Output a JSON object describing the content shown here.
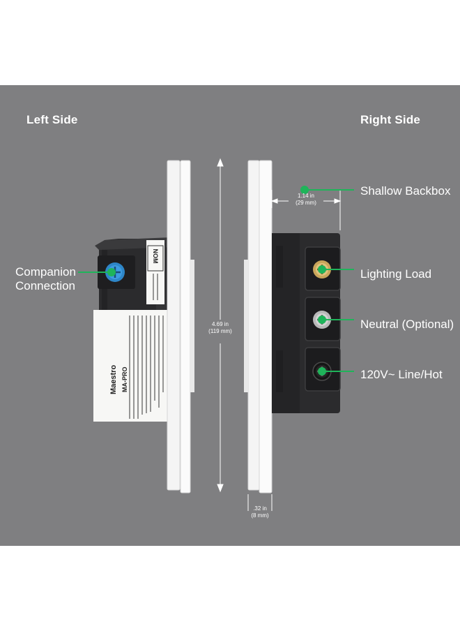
{
  "titles": {
    "left": "Left Side",
    "right": "Right Side"
  },
  "callouts": {
    "companion_line1": "Companion",
    "companion_line2": "Connection",
    "shallow_backbox": "Shallow Backbox",
    "lighting_load": "Lighting Load",
    "neutral": "Neutral (Optional)",
    "line_hot": "120V~ Line/Hot"
  },
  "dimensions": {
    "height_in": "4.69 in",
    "height_mm": "(119 mm)",
    "depth_in": "1.14 in",
    "depth_mm": "(29 mm)",
    "thickness_in": ".32 in",
    "thickness_mm": "(8 mm)"
  },
  "device_label": {
    "brand": "Maestro",
    "model": "MA-PRO",
    "cert": "NOM"
  },
  "colors": {
    "background": "#7f7f81",
    "accent_green": "#1fb45a",
    "plate_white": "#f4f4f4",
    "housing_dark": "#2b2b2d"
  }
}
